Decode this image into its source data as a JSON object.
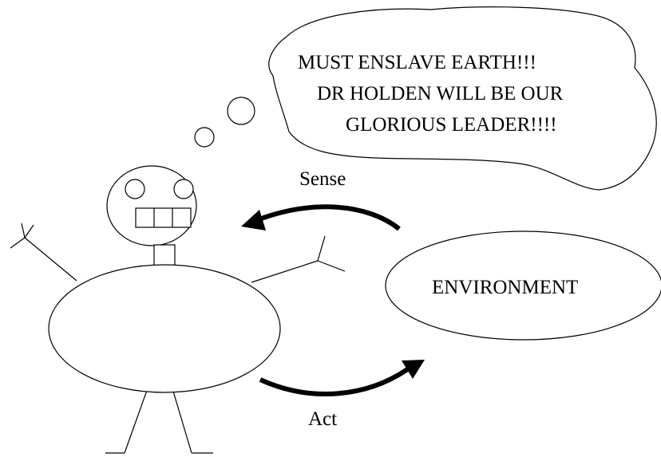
{
  "thought_bubble": {
    "lines": [
      "MUST ENSLAVE EARTH!!!",
      "DR HOLDEN WILL BE OUR",
      "GLORIOUS LEADER!!!!"
    ]
  },
  "sense_label": "Sense",
  "act_label": "Act",
  "environment_label": "ENVIRONMENT",
  "colors": {
    "stroke": "#000000",
    "background": "#ffffff"
  }
}
